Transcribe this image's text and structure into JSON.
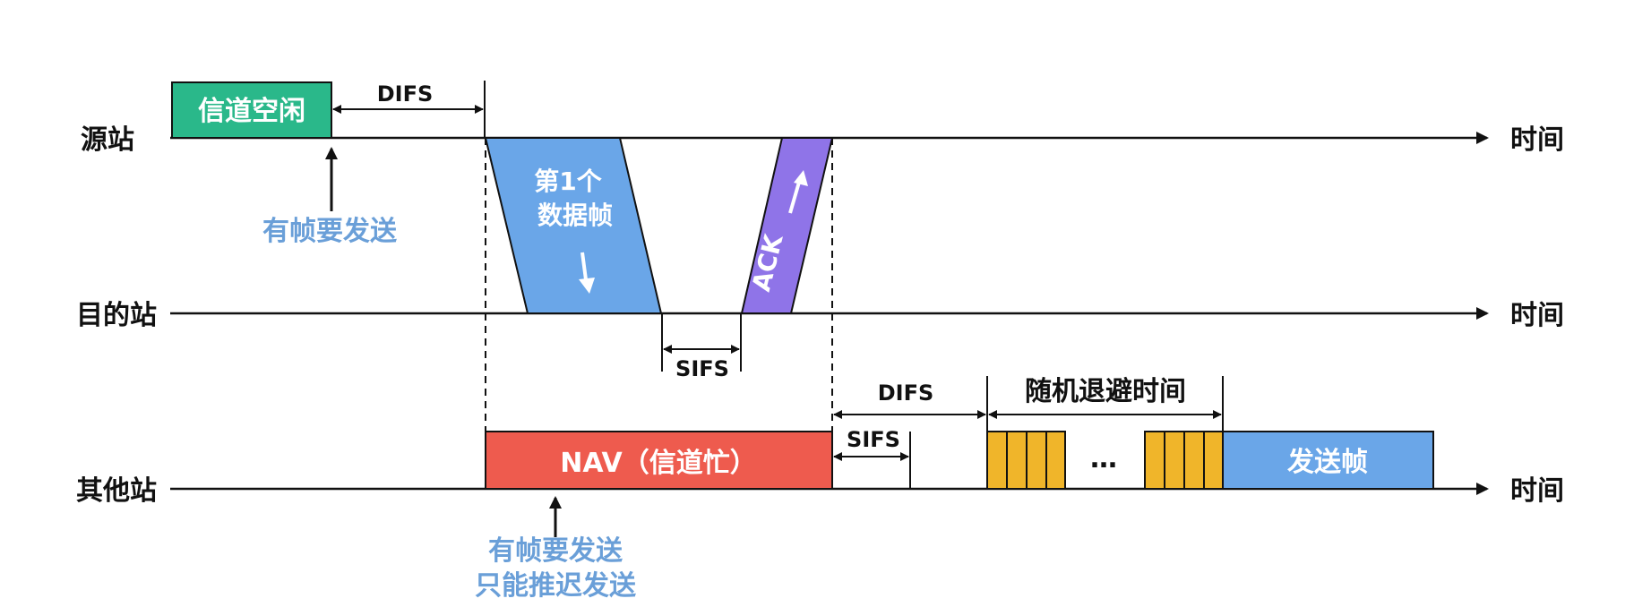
{
  "stations": {
    "source": "源站",
    "destination": "目的站",
    "other": "其他站"
  },
  "axis_label": "时间",
  "source_row": {
    "channel_idle": "信道空闲",
    "difs": "DIFS",
    "note_has_frame": "有帧要发送"
  },
  "data_frame": {
    "line1": "第1个",
    "line2": "数据帧"
  },
  "ack": "ACK",
  "sifs_dest": "SIFS",
  "other_row": {
    "nav": "NAV（信道忙）",
    "sifs": "SIFS",
    "difs": "DIFS",
    "backoff": "随机退避时间",
    "ellipsis": "…",
    "send_frame": "发送帧",
    "note_line1": "有帧要发送",
    "note_line2": "只能推迟发送"
  },
  "colors": {
    "idle_green": "#2ab88a",
    "data_blue": "#6aa6e8",
    "ack_purple": "#8f74e8",
    "nav_red": "#ee5b4e",
    "backoff_yellow": "#f0b52a",
    "send_blue": "#6aa6e8",
    "note_blue": "#6a9fd8"
  }
}
